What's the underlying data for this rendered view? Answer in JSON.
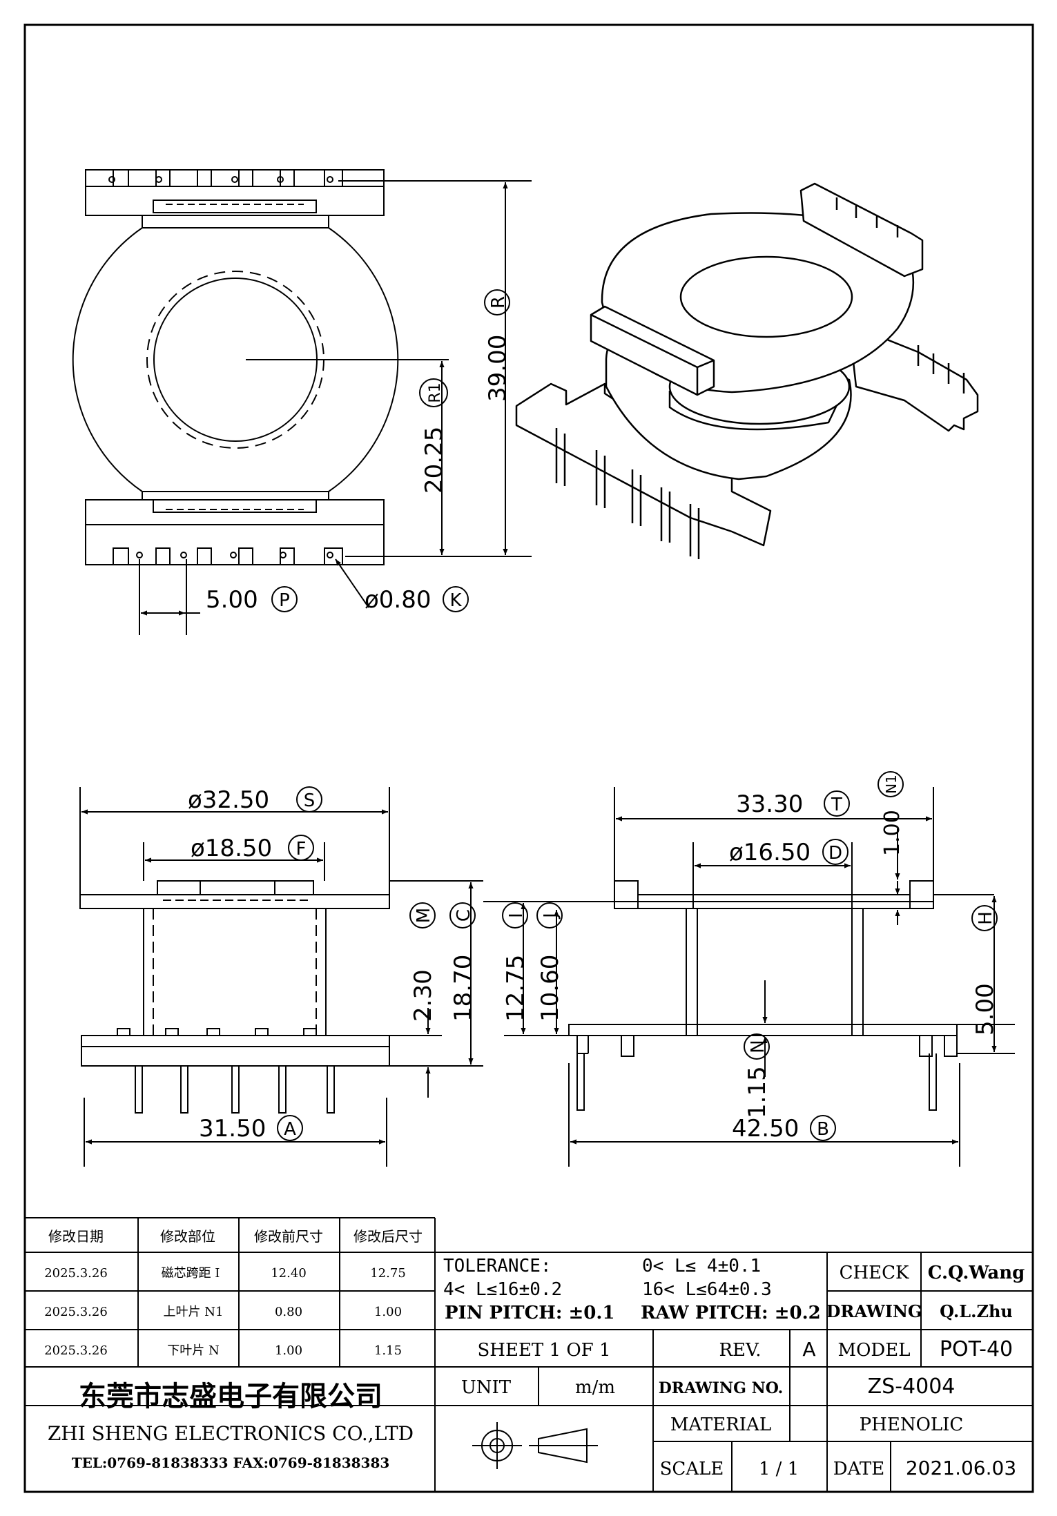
{
  "dimensions": {
    "R": {
      "value": "39.00",
      "letter": "R"
    },
    "R1": {
      "value": "20.25",
      "letter": "R1"
    },
    "P": {
      "value": "5.00",
      "letter": "P"
    },
    "K": {
      "value": "ø0.80",
      "letter": "K"
    },
    "S": {
      "value": "ø32.50",
      "letter": "S"
    },
    "F": {
      "value": "ø18.50",
      "letter": "F"
    },
    "M": {
      "value": "2.30",
      "letter": "M"
    },
    "C": {
      "value": "18.70",
      "letter": "C"
    },
    "I": {
      "value": "12.75",
      "letter": "I"
    },
    "J": {
      "value": "10.60",
      "letter": "J"
    },
    "A": {
      "value": "31.50",
      "letter": "A"
    },
    "T": {
      "value": "33.30",
      "letter": "T"
    },
    "N1": {
      "value": "1.00",
      "letter": "N1"
    },
    "D": {
      "value": "ø16.50",
      "letter": "D"
    },
    "H": {
      "value": "5.00",
      "letter": "H"
    },
    "N": {
      "value": "1.15",
      "letter": "N"
    },
    "B": {
      "value": "42.50",
      "letter": "B"
    }
  },
  "revision_table": {
    "headers": [
      "修改日期",
      "修改部位",
      "修改前尺寸",
      "修改后尺寸"
    ],
    "rows": [
      [
        "2025.3.26",
        "磁芯跨距 I",
        "12.40",
        "12.75"
      ],
      [
        "2025.3.26",
        "上叶片 N1",
        "0.80",
        "1.00"
      ],
      [
        "2025.3.26",
        "下叶片 N",
        "1.00",
        "1.15"
      ]
    ]
  },
  "title_block": {
    "tolerance_label": "TOLERANCE:",
    "tol_1": "0< L≤ 4±0.1",
    "tol_2": "4< L≤16±0.2",
    "tol_3": "16< L≤64±0.3",
    "pin_pitch": "PIN PITCH: ±0.1",
    "raw_pitch": "RAW PITCH: ±0.2",
    "check_label": "CHECK",
    "check_value": "C.Q.Wang",
    "drawing_label": "DRAWING",
    "drawing_value": "Q.L.Zhu",
    "sheet": "SHEET 1 OF 1",
    "rev_label": "REV.",
    "rev_value": "A",
    "model_label": "MODEL",
    "model_value": "POT-40",
    "company_cn": "东莞市志盛电子有限公司",
    "company_en": "ZHI SHENG  ELECTRONICS CO.,LTD",
    "contact": "TEL:0769-81838333 FAX:0769-81838383",
    "unit_label": "UNIT",
    "unit_value": "m/m",
    "drawing_no_label": "DRAWING NO.",
    "drawing_no_value": "ZS-4004",
    "material_label": "MATERIAL",
    "material_value": "PHENOLIC",
    "scale_label": "SCALE",
    "scale_value": "1  /  1",
    "date_label": "DATE",
    "date_value": "2021.06.03"
  }
}
